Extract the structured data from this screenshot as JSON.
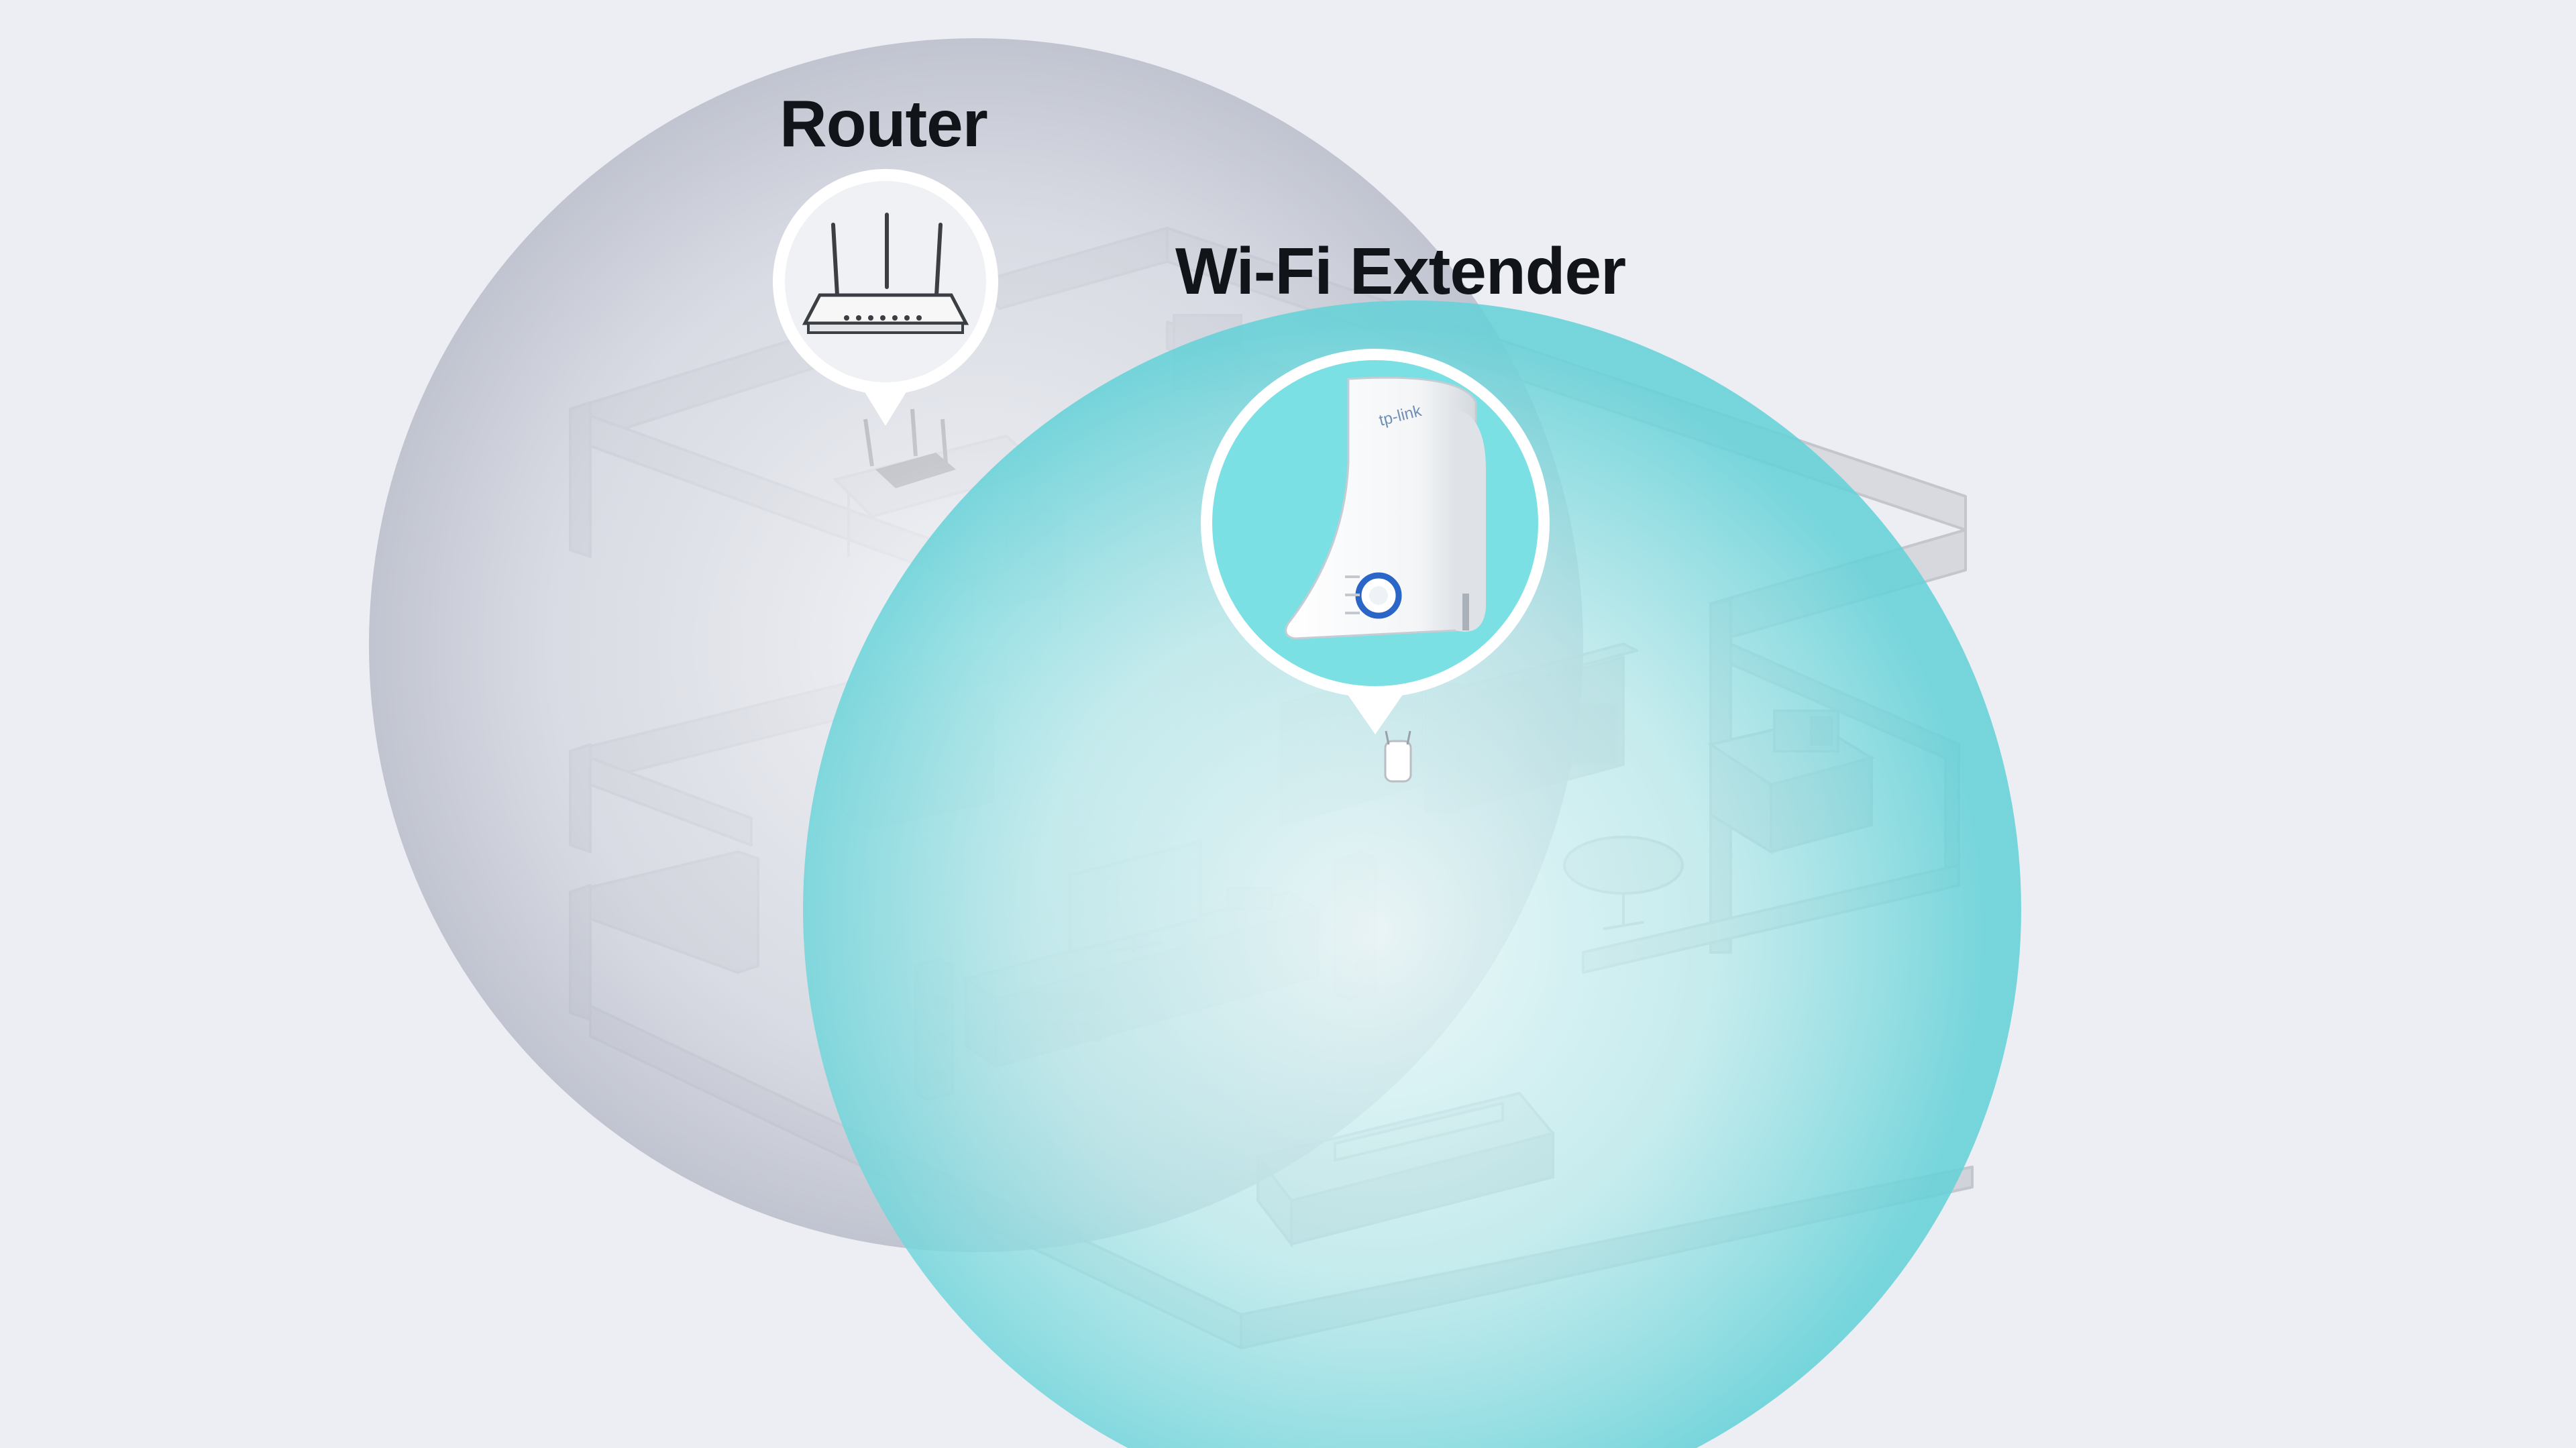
{
  "labels": {
    "router": "Router",
    "extender": "Wi-Fi Extender"
  },
  "extender_device": {
    "brand": "tp-link"
  },
  "colors": {
    "background": "#eceef3",
    "router_coverage": "#b9bdca",
    "extender_coverage": "#5fd0d6",
    "walls": "#d4d6dc",
    "furniture": "#c9ccd3",
    "label_text": "#111418",
    "extender_led": "#2a66c7"
  },
  "icons": [
    "router-icon",
    "wifi-extender-icon",
    "wall-plug-icon"
  ]
}
